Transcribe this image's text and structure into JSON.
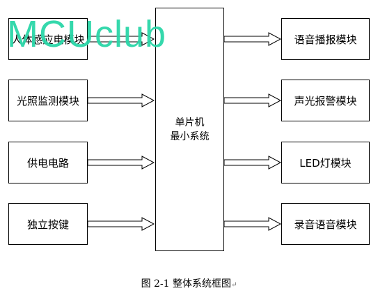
{
  "inputs": [
    {
      "label": "人体感应电模块"
    },
    {
      "label": "光照监测模块"
    },
    {
      "label": "供电电路"
    },
    {
      "label": "独立按键"
    }
  ],
  "mcu": {
    "line1": "单片机",
    "line2": "最小系统"
  },
  "outputs": [
    {
      "label": "语音播报模块"
    },
    {
      "label": "声光报警模块"
    },
    {
      "label": "LED灯模块"
    },
    {
      "label": "录音语音模块"
    }
  ],
  "caption": {
    "text": "图 2-1  整体系统框图",
    "enter_mark": "↵"
  },
  "watermark": {
    "text": "MCUclub",
    "color": "#2bd6a8"
  }
}
